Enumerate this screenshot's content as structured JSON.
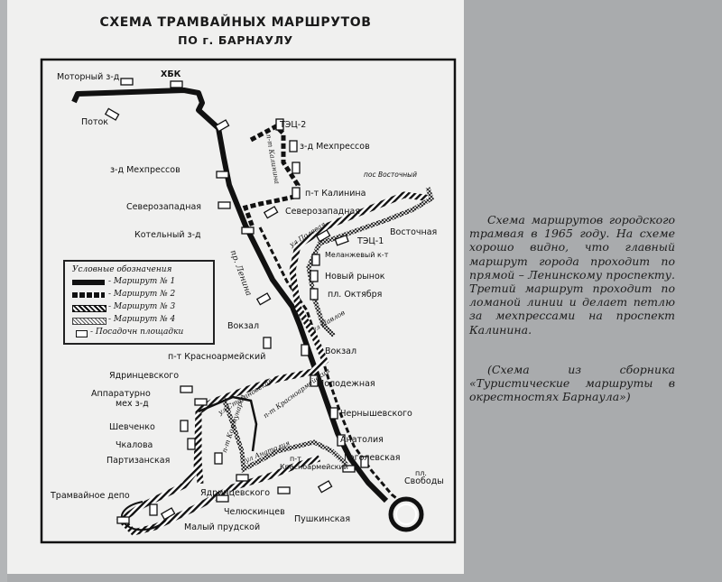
{
  "map": {
    "title_line1": "СХЕМА ТРАМВАЙНЫХ МАРШРУТОВ",
    "title_line2": "ПО г. БАРНАУЛУ",
    "stops": {
      "motorny": "Моторный з-д",
      "hbk": "ХБК",
      "potok": "Поток",
      "tec2": "ТЭЦ-2",
      "mehpressov_upper": "з-д Мехпрессов",
      "mehpressov_left": "з-д Мехпрессов",
      "pos_vostochny": "пос Восточный",
      "kalinina": "п-т Калинина",
      "severozapadnaya_left": "Северозападная",
      "severozapadnaya_right": "Северозападная",
      "vostochnaya": "Восточная",
      "kotelny": "Котельный з-д",
      "tec1": "ТЭЦ-1",
      "melanzhevy": "Меланжевый к-т",
      "novy_rynok": "Новый рынок",
      "pl_oktyabrya": "пл. Октября",
      "vokzal_left": "Вокзал",
      "vokzal_right": "Вокзал",
      "krasnoarmeisky_upper": "п-т Красноармейский",
      "yadrintsevskogo_upper": "Ядринцевского",
      "molodezhnaya": "Молодежная",
      "apparaturny": "Аппаратурно",
      "apparaturny2": "мех з-д",
      "chernyshevskogo": "Чернышевского",
      "shevchenko": "Шевченко",
      "chkalova": "Чкалова",
      "anatolia": "Анатолия",
      "partizanskaya": "Партизанская",
      "pt": "п-т",
      "krasnoarmeisky_lower": "Красноармейский",
      "gogolevskaya": "Гоголевская",
      "pl_svobody": "пл.",
      "pl_svobody2": "Свободы",
      "tramvaynoe_depo": "Трамвайное депо",
      "yadrintsevskogo_lower": "Ядринцевского",
      "chelyuskintsev": "Челюскинцев",
      "maly_prudskoy": "Малый прудской",
      "pushkinskaya": "Пушкинская"
    },
    "streets": {
      "kalinina": "п-т Калинина",
      "lenina": "пр. Ленина",
      "polevaya": "ул Полевая",
      "pavlovsky": "ул Павлов",
      "krasnoarmeisky": "п-т Красноармейский",
      "stahanovskaya": "ул Стахановская",
      "anatolia": "ул Анатолия",
      "kommunarov": "п-т Коммунаров"
    },
    "legend": {
      "title": "Условные обозначения",
      "items": [
        {
          "label": "- Маршрут № 1"
        },
        {
          "label": "- Маршрут № 2"
        },
        {
          "label": "- Маршрут № 3"
        },
        {
          "label": "- Маршрут № 4"
        },
        {
          "label": "- Посадочн площадки"
        }
      ]
    }
  },
  "caption": {
    "text": "Схема маршрутов городского трамвая в 1965 году. На схеме хорошо видно, что главный маршрут города проходит по прямой – Ленинскому проспекту. Третий маршрут проходит по ломаной линии и делает петлю за мехпрессами на проспект Калинина.",
    "source": "(Схема из сборника «Туристические маршруты в окрестностях Барнаула»)"
  },
  "colors": {
    "background": "#a9abad",
    "paper": "#f0f0ef",
    "ink": "#111111"
  }
}
